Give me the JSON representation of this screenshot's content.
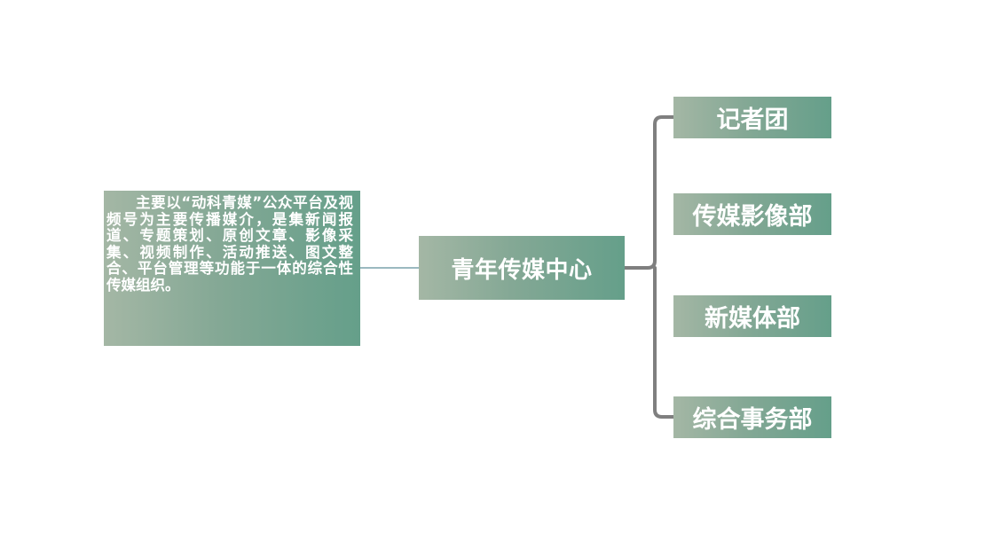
{
  "center": {
    "label": "青年传媒中心"
  },
  "description": {
    "text": "主要以“动科青媒”公众平台及视频号为主要传播媒介，是集新闻报道、专题策划、原创文章、影像采集、视频制作、活动推送、图文整合、平台管理等功能于一体的综合性传媒组织。"
  },
  "departments": [
    {
      "label": "记者团"
    },
    {
      "label": "传媒影像部"
    },
    {
      "label": "新媒体部"
    },
    {
      "label": "综合事务部"
    }
  ],
  "colors": {
    "box_gradient_start": "#a4b7a5",
    "box_gradient_end": "#659f8a",
    "left_connector": "#5f8f9b",
    "bracket": "#7f7f7f",
    "text": "#ffffff"
  }
}
